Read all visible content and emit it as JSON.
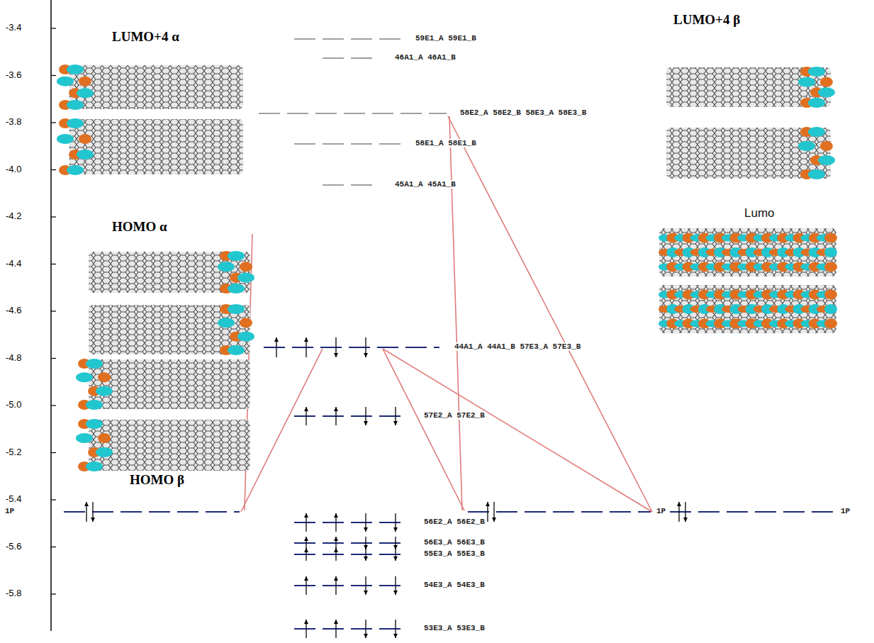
{
  "diagram": {
    "labels": [
      "-3.4",
      "-3.6",
      "-3.8",
      "-4.0",
      "-4.2",
      "-4.4",
      "-4.6",
      "-4.8",
      "-5.0",
      "-5.2",
      "-5.4",
      "-5.6",
      "-5.8",
      "LUMO+4 α",
      "HOMO α",
      "HOMO β",
      "LUMO+4 β",
      "Lumo",
      "59E1_A 59E1_B",
      "46A1_A 46A1_B",
      "58E2_A 58E2_B 58E3_A 58E3_B",
      "58E1_A 58E1_B",
      "45A1_A 45A1_B",
      "44A1_A 44A1_B 57E3_A 57E3_B",
      "57E2_A 57E2_B",
      "56E2_A 56E2_B",
      "56E3_A 56E3_B",
      "55E3_A 55E3_B",
      "54E3_A 54E3_B",
      "53E3_A 53E3_B",
      "1P",
      "1P",
      "1P"
    ]
  }
}
